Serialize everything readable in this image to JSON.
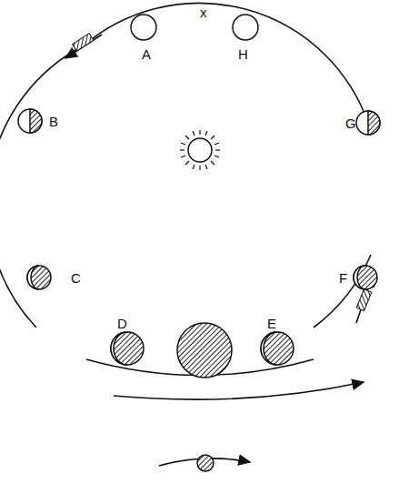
{
  "diagram": {
    "labels": [
      "x",
      "A",
      "H",
      "B",
      "G",
      "C",
      "F",
      "D",
      "E"
    ]
  }
}
